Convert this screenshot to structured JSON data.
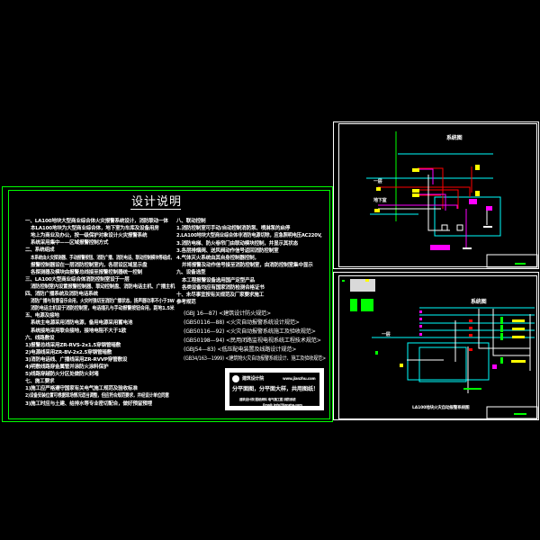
{
  "colors": {
    "background": "#000000",
    "frame_green": "#00ff00",
    "frame_white": "#ffffff",
    "cyan": "#00ffff",
    "magenta": "#ff00ff",
    "red": "#ff0000",
    "yellow": "#ffff00"
  },
  "notes_sheet": {
    "title": "设计说明",
    "left_column": [
      "一、LA100地块大型商业综合体火灾报警系统设计，消防联动一体",
      "  本LA100地块为大型商业综合体，地下室为车库及设备用房",
      "  地上为商业及办公，按一级保护对象设计火灾报警系统",
      "  系统采用集中——区域报警控制方式",
      "二、系统组成",
      "  本系统由火灾探测器、手动报警按钮、消防广播、消防电话、联动控制模块等组成，",
      "  报警控制器设在一层消防控制室内，各层设区域显示盘",
      "  各探测器及模块由报警总线接至报警控制器统一控制",
      "三、LA100大型商业综合体消防控制室设于一层",
      "  消防控制室内设置报警控制器、联动控制盘、消防电话主机、广播主机",
      "四、消防广播系统及消防电话系统",
      "  消防广播与背景音乐合用，火灾时强切至消防广播状态，扬声器功率不小于3W",
      "  消防电话主机设于消防控制室，电话插孔与手动报警按钮合用，距地1.5米",
      "五、电源及接地",
      "  系统主电源采用消防电源，备用电源采用蓄电池",
      "  系统接地采用联合接地，接地电阻不大于1欧",
      "六、线路敷设",
      "1)报警总线采用ZR-RVS-2x1.5穿钢管暗敷",
      "2)电源线采用ZR-BV-2x2.5穿钢管暗敷",
      "3)消防电话线、广播线采用ZR-RVVP穿管敷设",
      "4)明敷线路穿金属管并涂防火涂料保护",
      "5)线路穿越防火分区处做防火封堵",
      "七、施工要求",
      "1)施工应严格遵守国家有关电气施工规范及验收标准",
      "2)设备安装位置可根据现场情况适当调整，但应符合规范要求，并经设计单位同意",
      "3)施工时应与土建、给排水等专业密切配合，做好预留预埋"
    ],
    "right_column": [
      "八、联动控制",
      "1.消防控制室可手动/自动控制消防泵、喷淋泵的启停",
      "2.LA100地块大型商业综合体非消防电源切除，应急照明电压AC220V,",
      "3.消防电梯、防火卷帘门由联动模块控制，并显示其状态",
      "3.各层排烟阀、送风阀动作信号返回消防控制室",
      "4.气体灭火系统由其自身控制器控制，",
      "  并将报警及动作信号接至消防控制室，由消防控制室集中显示",
      "九、设备选型",
      "  本工程报警设备选用国产定型产品",
      "  各类设备均应有国家消防检测合格证书",
      "十、未尽事宜按有关规范及厂家要求施工",
      "参考规范"
    ],
    "standards": [
      "(GBJ 16—87) <建筑设计防火规范>",
      "(GB50116—88) <火灾自动报警系统设计规范>",
      "(GB50116—92) <火灾自动报警系统施工及验收规范>",
      "(GB50198—94) <民用闭路监视电视系统工程技术规范>",
      "(GBJ54—83) <低压配电装置及线路设计规范>",
      "(GB34/163—1999) <建筑物火灾自动报警系统设计、施工及验收规范>"
    ],
    "stamp": {
      "company": "建筑设计院",
      "website": "www.jianzhu.com",
      "slogan": "分平面图，分平面大样，共用图纸！",
      "line1": "建筑设计院 图纸资料 电气施工图 消防系统",
      "line2": "Email: info@jianzhu.com"
    }
  },
  "system_sheet_top": {
    "heading": "系统图",
    "labels": [
      "一层",
      "地下室"
    ]
  },
  "system_sheet_bottom": {
    "heading": "系统图",
    "footer": "LA100地块火灾自动报警系统图",
    "left_label": "一层"
  }
}
